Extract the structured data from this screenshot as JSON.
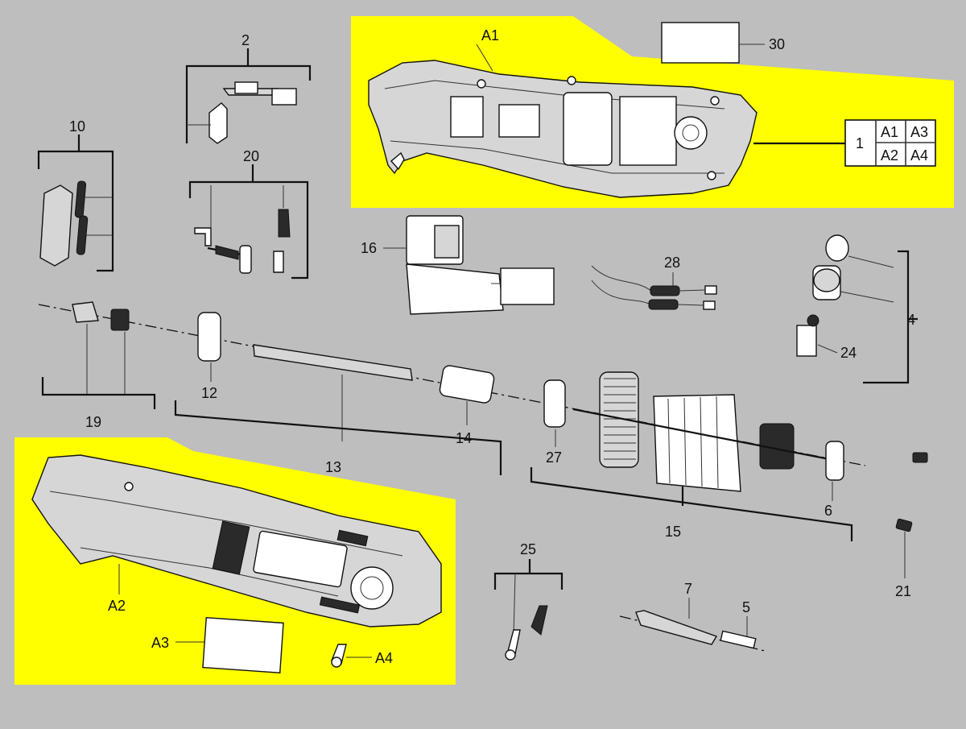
{
  "colors": {
    "background": "#bebebe",
    "highlight": "#ffff00",
    "line": "#111111"
  },
  "callouts": {
    "c1": "1",
    "c2": "2",
    "c4": "4",
    "c5": "5",
    "c6": "6",
    "c7": "7",
    "c10": "10",
    "c12": "12",
    "c13": "13",
    "c14": "14",
    "c15": "15",
    "c16": "16",
    "c19": "19",
    "c20": "20",
    "c21": "21",
    "c24": "24",
    "c25": "25",
    "c27": "27",
    "c28": "28",
    "c30": "30",
    "a1": "A1",
    "a2": "A2",
    "a3": "A3",
    "a4": "A4"
  },
  "assembly_table": {
    "label": "1",
    "cells": [
      "A1",
      "A3",
      "A2",
      "A4"
    ]
  }
}
